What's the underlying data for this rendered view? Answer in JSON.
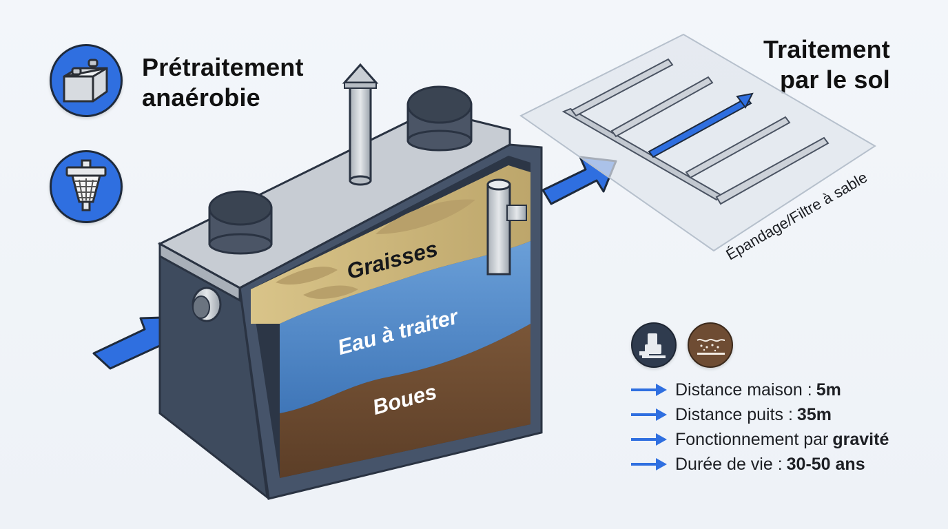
{
  "titles": {
    "pretreatment_line1": "Prétraitement",
    "pretreatment_line2": "anaérobie",
    "soil_line1": "Traitement",
    "soil_line2": "par le sol"
  },
  "tank_layers": {
    "grease": "Graisses",
    "water": "Eau à traiter",
    "sludge": "Boues"
  },
  "field_label": "Épandage/Filtre à sable",
  "icons": [
    "septic-tank-icon",
    "filter-icon",
    "pump-icon",
    "soil-icon"
  ],
  "facts": [
    {
      "label": "Distance maison :",
      "value": "5m"
    },
    {
      "label": "Distance puits :",
      "value": "35m"
    },
    {
      "label": "Fonctionnement par",
      "value": "gravité"
    },
    {
      "label": "Durée de vie :",
      "value": "30-50 ans"
    }
  ],
  "colors": {
    "accent_blue": "#2f6fe0",
    "tank_dark": "#3e4b5e",
    "grease": "#c9b27a",
    "water": "#4e86c9",
    "sludge": "#6e4c33"
  }
}
